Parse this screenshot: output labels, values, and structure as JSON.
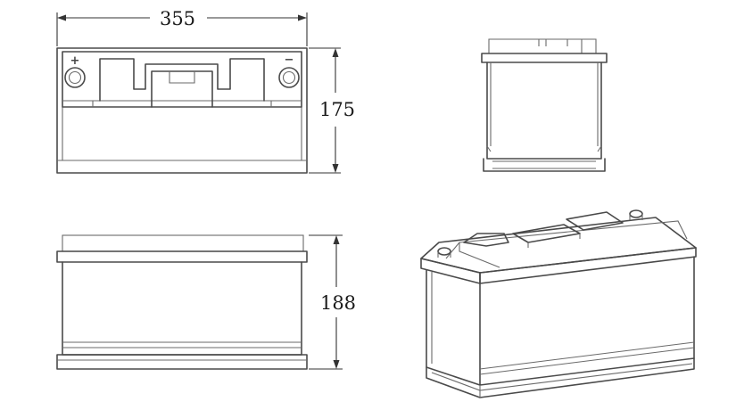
{
  "dimensions": {
    "length": "355",
    "width": "175",
    "height": "188"
  },
  "terminals": {
    "positive_symbol": "+",
    "negative_symbol": "−"
  },
  "colors": {
    "line": "#4a4a4a",
    "dimension": "#333333",
    "text": "#1a1a1a",
    "background": "#ffffff"
  }
}
